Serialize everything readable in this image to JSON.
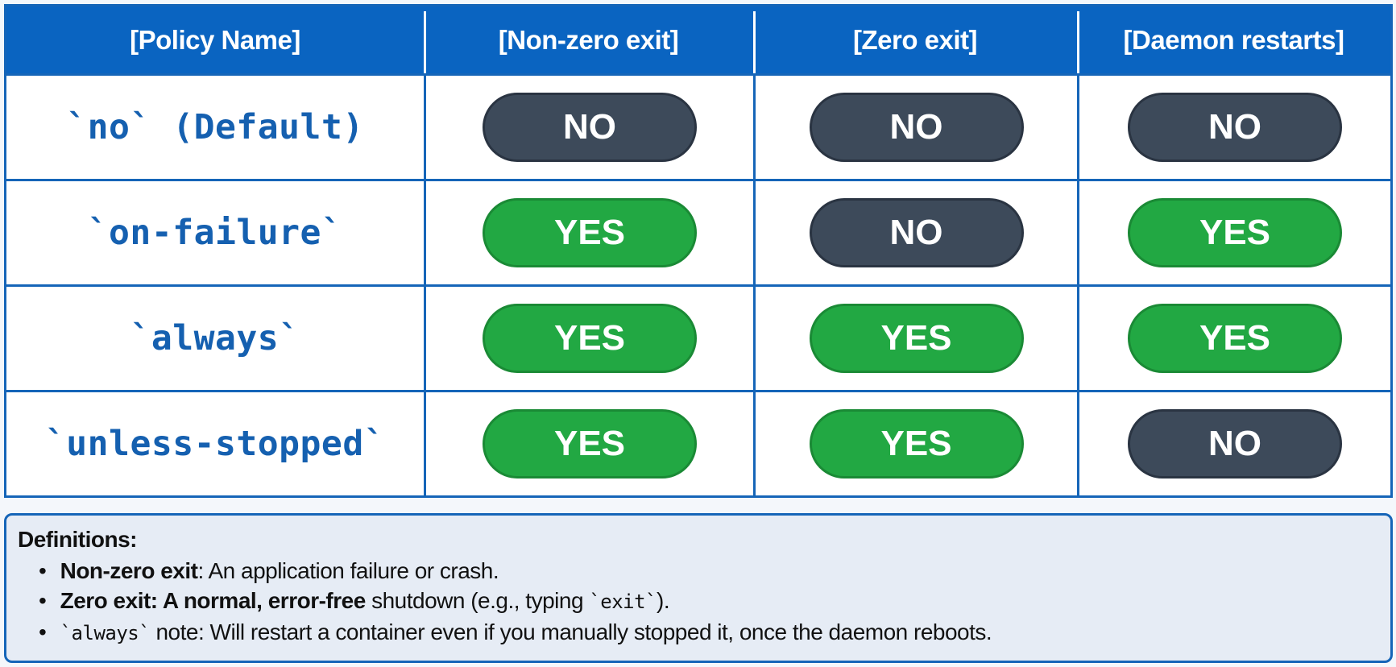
{
  "table": {
    "headers": [
      "[Policy Name]",
      "[Non-zero exit]",
      "[Zero exit]",
      "[Daemon restarts]"
    ],
    "rows": [
      {
        "policy": "`no` (Default)",
        "values": [
          "NO",
          "NO",
          "NO"
        ]
      },
      {
        "policy": "`on-failure`",
        "values": [
          "YES",
          "NO",
          "YES"
        ]
      },
      {
        "policy": "`always`",
        "values": [
          "YES",
          "YES",
          "YES"
        ]
      },
      {
        "policy": "`unless-stopped`",
        "values": [
          "YES",
          "YES",
          "NO"
        ]
      }
    ]
  },
  "colors": {
    "header_bg": "#0a64c1",
    "border": "#1565b8",
    "policy_text": "#1560b0",
    "yes_pill": "#22a843",
    "no_pill": "#3d4a5a",
    "definitions_bg": "#e6ecf5"
  },
  "definitions": {
    "title": "Definitions:",
    "items": [
      {
        "bold": "Non-zero exit",
        "text": ": An application failure or crash."
      },
      {
        "bold": "Zero exit: A normal, error-free",
        "text": " shutdown (e.g., typing ",
        "code": "`exit`",
        "tail": ")."
      },
      {
        "code": "`always`",
        "text": " note: Will restart a container even if you manually stopped it, once the daemon reboots."
      }
    ]
  }
}
